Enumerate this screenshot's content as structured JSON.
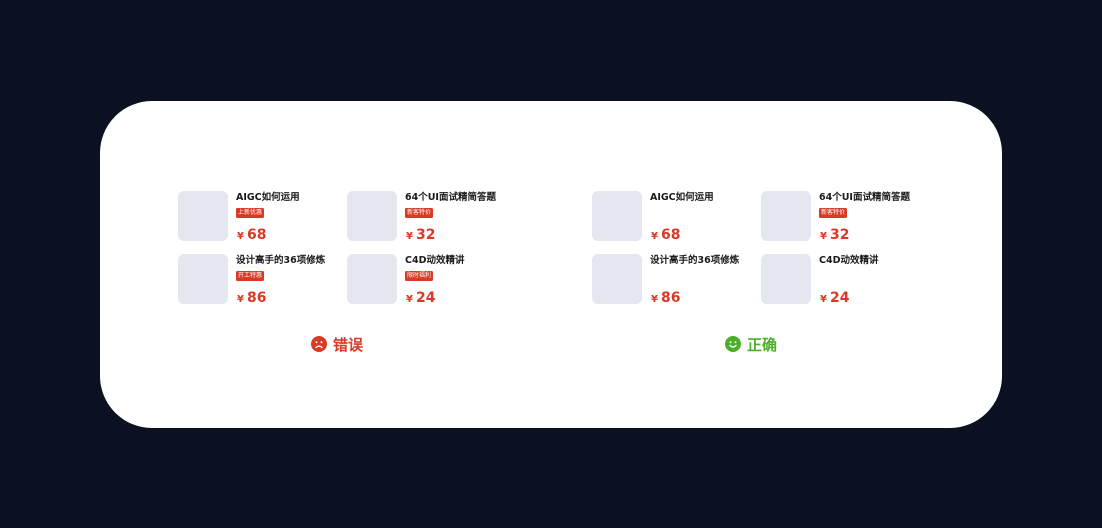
{
  "colors": {
    "background": "#0b1120",
    "card": "#ffffff",
    "thumbnail": "#e4e6f0",
    "accent_red": "#d83a26",
    "accent_green": "#4caf2a",
    "text": "#1a1a1a"
  },
  "wrong_example": {
    "label": "错误",
    "icon": "sad-face-icon",
    "items": [
      {
        "title": "AIGC如何运用",
        "badge": "上新优惠",
        "currency": "¥",
        "price": "68"
      },
      {
        "title": "64个UI面试精简答题",
        "badge": "新客特价",
        "currency": "¥",
        "price": "32"
      },
      {
        "title": "设计高手的36项修炼",
        "badge": "开工特惠",
        "currency": "¥",
        "price": "86"
      },
      {
        "title": "C4D动效精讲",
        "badge": "限时福利",
        "currency": "¥",
        "price": "24"
      }
    ]
  },
  "right_example": {
    "label": "正确",
    "icon": "smile-face-icon",
    "items": [
      {
        "title": "AIGC如何运用",
        "currency": "¥",
        "price": "68"
      },
      {
        "title": "64个UI面试精简答题",
        "badge": "新客特价",
        "currency": "¥",
        "price": "32"
      },
      {
        "title": "设计高手的36项修炼",
        "currency": "¥",
        "price": "86"
      },
      {
        "title": "C4D动效精讲",
        "currency": "¥",
        "price": "24"
      }
    ]
  }
}
